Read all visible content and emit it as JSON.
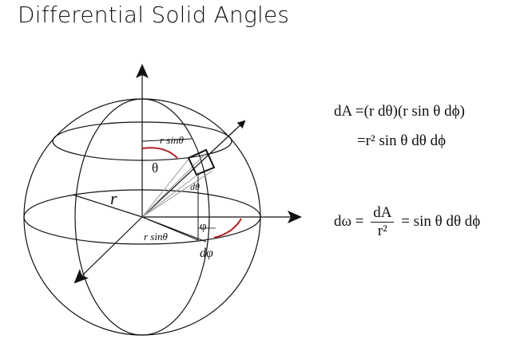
{
  "title": "Differential Solid Angles",
  "diagram": {
    "labels": {
      "r_sin_theta_top": "r sinθ",
      "theta": "θ",
      "d_theta": "dθ",
      "r": "r",
      "phi": "φ",
      "r_sin_theta_bottom": "r sinθ",
      "d_phi": "dφ"
    },
    "colors": {
      "stroke": "#111111",
      "arc_accent": "#b22222",
      "ray_gray": "#9a9a9a"
    }
  },
  "equations": {
    "eq1": "dA =(r dθ)(r sin θ dϕ)",
    "eq2": "=r² sin θ dθ dϕ",
    "eq3_lhs": "dω =",
    "eq3_num": "dA",
    "eq3_den": "r²",
    "eq3_rhs": "= sin θ dθ dϕ"
  }
}
